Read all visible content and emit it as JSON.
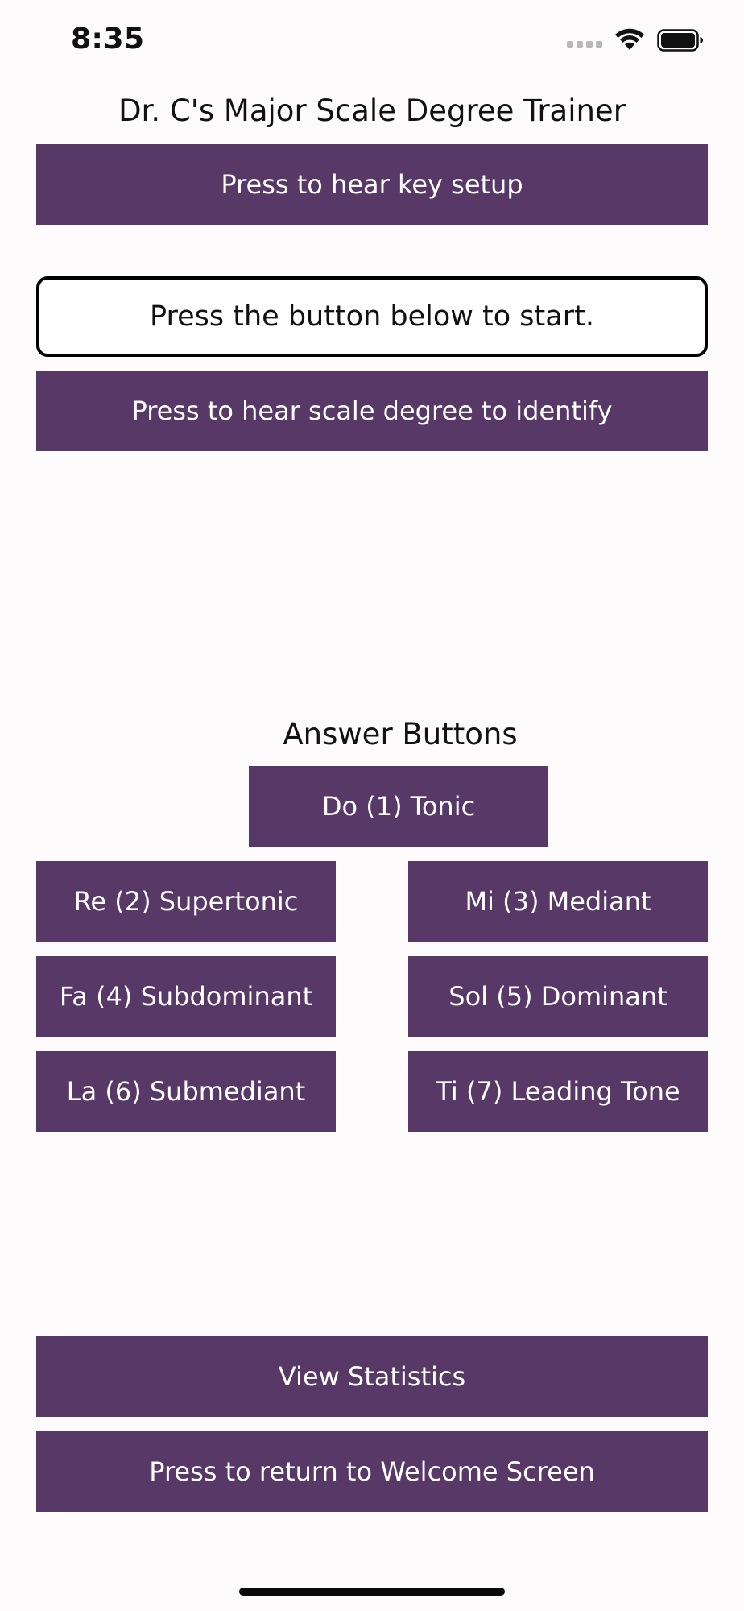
{
  "status_bar": {
    "time": "8:35",
    "icons": [
      "cellular-signal-icon",
      "wifi-icon",
      "battery-icon"
    ]
  },
  "colors": {
    "button_bg": "#573866",
    "button_text": "#ffffff",
    "background": "#fdfbfb"
  },
  "header": {
    "title": "Dr. C's Major Scale Degree Trainer"
  },
  "controls": {
    "key_setup_label": "Press to hear key setup",
    "message": "Press the button below to start.",
    "scale_degree_label": "Press to hear scale degree to identify"
  },
  "answers": {
    "title": "Answer Buttons",
    "items": [
      "Do (1) Tonic",
      "Re (2) Supertonic",
      "Mi (3) Mediant",
      "Fa (4) Subdominant",
      "Sol (5) Dominant",
      "La (6) Submediant",
      "Ti (7) Leading Tone"
    ]
  },
  "footer": {
    "statistics_label": "View Statistics",
    "welcome_label": "Press to return to Welcome Screen"
  }
}
